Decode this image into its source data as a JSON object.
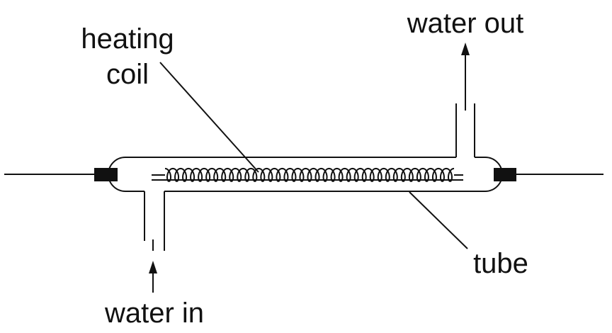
{
  "diagram": {
    "labels": {
      "heating_coil_line1": "heating",
      "heating_coil_line2": "coil",
      "water_out": "water out",
      "water_in": "water in",
      "tube": "tube"
    },
    "colors": {
      "ink": "#111111",
      "background": "#ffffff"
    }
  }
}
